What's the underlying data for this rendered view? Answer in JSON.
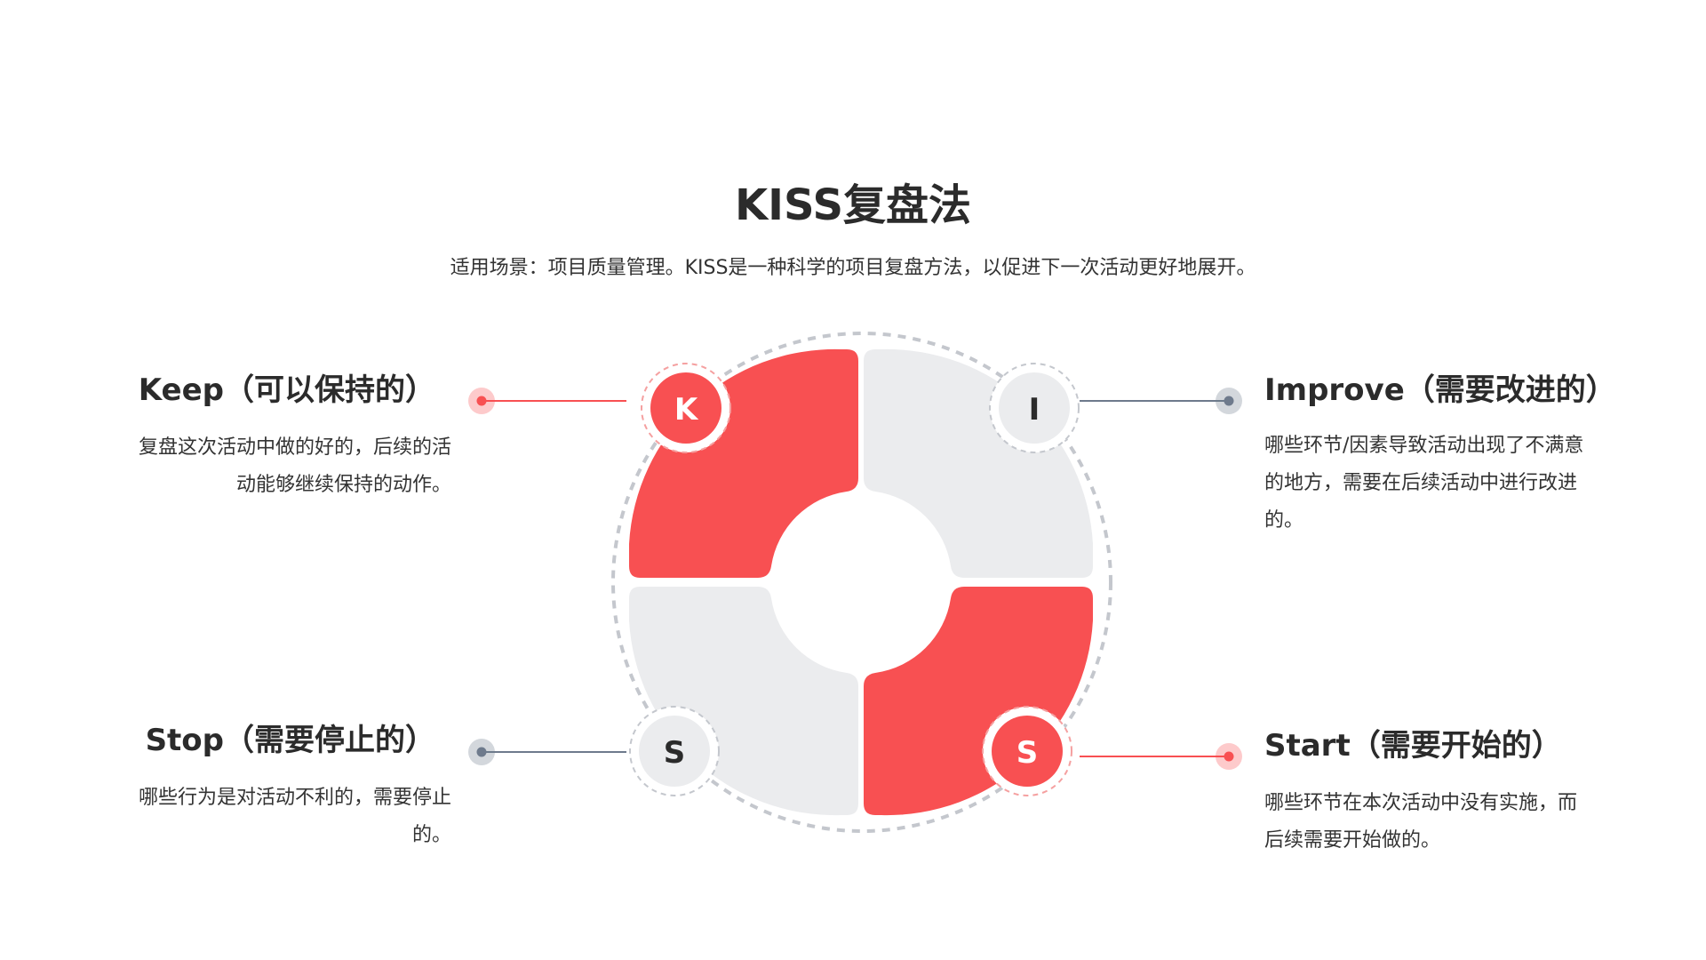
{
  "title": "KISS复盘法",
  "subtitle": "适用场景：项目质量管理。KISS是一种科学的项目复盘方法，以促进下一次活动更好地展开。",
  "colors": {
    "accent": "#f85052",
    "neutral_segment": "#ebecee",
    "neutral_dot": "#6e7a8c",
    "text": "#2b2b2b"
  },
  "quadrants": [
    {
      "letter": "K",
      "heading": "Keep（可以保持的）",
      "desc_lines": [
        "复盘这次活动中做的好的，后续的活",
        "动能够继续保持的动作。"
      ],
      "highlight": true
    },
    {
      "letter": "I",
      "heading": "Improve（需要改进的）",
      "desc_lines": [
        "哪些环节/因素导致活动出现了不满意",
        "的地方，需要在后续活动中进行改进",
        "的。"
      ],
      "highlight": false
    },
    {
      "letter": "S",
      "heading": "Stop（需要停止的）",
      "desc_lines": [
        "哪些行为是对活动不利的，需要停止",
        "的。"
      ],
      "highlight": false
    },
    {
      "letter": "S",
      "heading": "Start（需要开始的）",
      "desc_lines": [
        "哪些环节在本次活动中没有实施，而",
        "后续需要开始做的。"
      ],
      "highlight": true
    }
  ]
}
